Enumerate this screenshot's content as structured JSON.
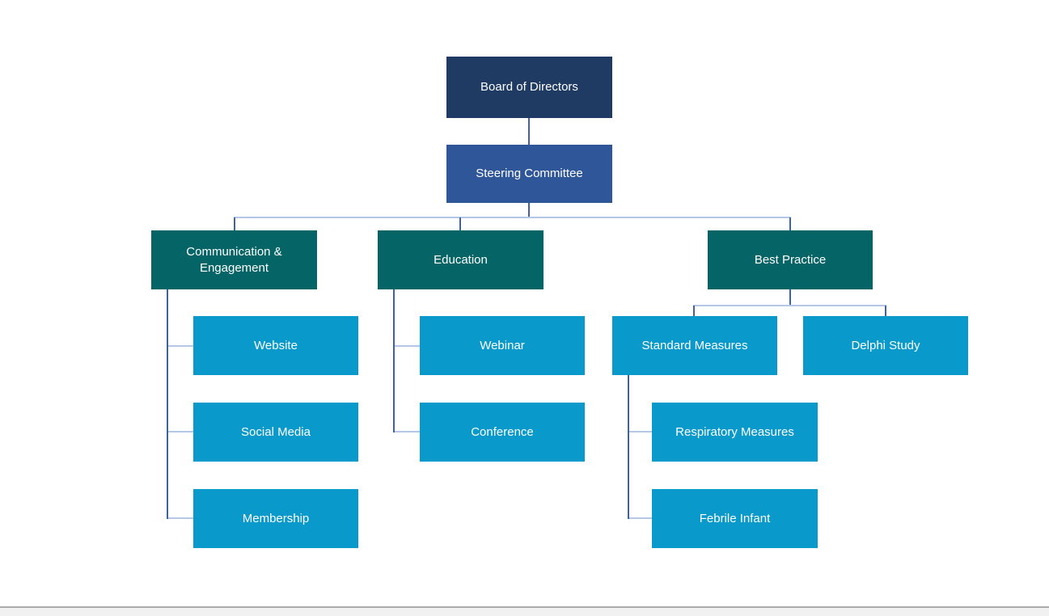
{
  "org": {
    "board": "Board of Directors",
    "steering": "Steering Committee",
    "communication": "Communication & Engagement",
    "education": "Education",
    "best_practice": "Best Practice",
    "website": "Website",
    "social_media": "Social Media",
    "membership": "Membership",
    "webinar": "Webinar",
    "conference": "Conference",
    "standard_measures": "Standard Measures",
    "delphi_study": "Delphi Study",
    "respiratory_measures": "Respiratory Measures",
    "febrile_infant": "Febrile Infant"
  },
  "hierarchy": [
    {
      "node": "Board of Directors",
      "parent": null
    },
    {
      "node": "Steering Committee",
      "parent": "Board of Directors"
    },
    {
      "node": "Communication & Engagement",
      "parent": "Steering Committee"
    },
    {
      "node": "Education",
      "parent": "Steering Committee"
    },
    {
      "node": "Best Practice",
      "parent": "Steering Committee"
    },
    {
      "node": "Website",
      "parent": "Communication & Engagement"
    },
    {
      "node": "Social Media",
      "parent": "Communication & Engagement"
    },
    {
      "node": "Membership",
      "parent": "Communication & Engagement"
    },
    {
      "node": "Webinar",
      "parent": "Education"
    },
    {
      "node": "Conference",
      "parent": "Education"
    },
    {
      "node": "Standard Measures",
      "parent": "Best Practice"
    },
    {
      "node": "Delphi Study",
      "parent": "Best Practice"
    },
    {
      "node": "Respiratory Measures",
      "parent": "Standard Measures"
    },
    {
      "node": "Febrile Infant",
      "parent": "Standard Measures"
    }
  ],
  "colors": {
    "level1": "#1F3A63",
    "level2": "#30569A",
    "level3": "#056466",
    "level4": "#0999CB",
    "connector_vertical": "#41639B",
    "connector_horizontal": "#B4C7E7",
    "statusbar_line": "#ABABAB",
    "statusbar_bg": "#F1F1F1"
  }
}
